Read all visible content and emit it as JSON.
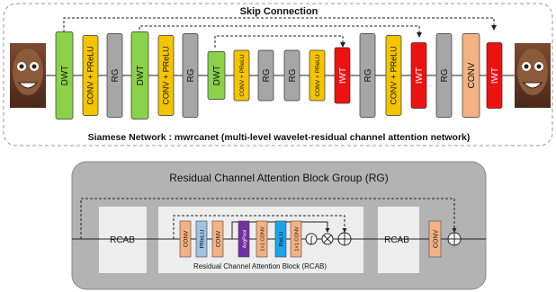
{
  "top": {
    "skip_label": "Skip Connection",
    "caption": "Siamese Network : mwrcanet (multi-level wavelet-residual channel attention network)",
    "blocks": [
      {
        "label": "DWT",
        "kind": "dwt"
      },
      {
        "label": "CONV + PReLU",
        "kind": "conv"
      },
      {
        "label": "RG",
        "kind": "rg"
      },
      {
        "label": "DWT",
        "kind": "dwt"
      },
      {
        "label": "CONV + PReLU",
        "kind": "conv"
      },
      {
        "label": "RG",
        "kind": "rg"
      },
      {
        "label": "DWT",
        "kind": "dwt"
      },
      {
        "label": "CONV + PReLU",
        "kind": "conv"
      },
      {
        "label": "RG",
        "kind": "rg"
      },
      {
        "label": "RG",
        "kind": "rg"
      },
      {
        "label": "CONV + PReLU",
        "kind": "conv"
      },
      {
        "label": "IWT",
        "kind": "iwt"
      },
      {
        "label": "RG",
        "kind": "rg"
      },
      {
        "label": "CONV + PReLU",
        "kind": "conv"
      },
      {
        "label": "IWT",
        "kind": "iwt"
      },
      {
        "label": "RG",
        "kind": "rg"
      },
      {
        "label": "CONV",
        "kind": "convsalmon"
      },
      {
        "label": "IWT",
        "kind": "iwt"
      }
    ]
  },
  "bottom": {
    "title": "Residual Channel Attention Block Group (RG)",
    "rcab_left": "RCAB",
    "rcab_right": "RCAB",
    "conv_right": "CONV",
    "inner_caption": "Residual Channel Attention Block (RCAB)",
    "inner_blocks": [
      {
        "label": "CONV",
        "kind": "convsalmon"
      },
      {
        "label": "PReLU",
        "kind": "prelu"
      },
      {
        "label": "CONV",
        "kind": "convsalmon"
      },
      {
        "label": "AvgPool",
        "kind": "avgpool"
      },
      {
        "label": "1×1 CONV",
        "kind": "convsalmon"
      },
      {
        "label": "ReLU",
        "kind": "relu"
      },
      {
        "label": "1×1 CONV",
        "kind": "convsalmon"
      }
    ],
    "sigmoid_symbol": "∫",
    "multiply_symbol": "⊗",
    "add_symbol": "⊕"
  },
  "colors": {
    "dwt": "#8bd14a",
    "conv": "#f5c400",
    "rg": "#a6a6a6",
    "iwt": "#ee1111",
    "convsalmon": "#f4b183",
    "prelu": "#9dc3e6",
    "avgpool": "#7030a0",
    "relu": "#1ca4e8",
    "panel": "#b3b3b3"
  },
  "icons": [
    "face-input-icon",
    "face-output-icon"
  ]
}
